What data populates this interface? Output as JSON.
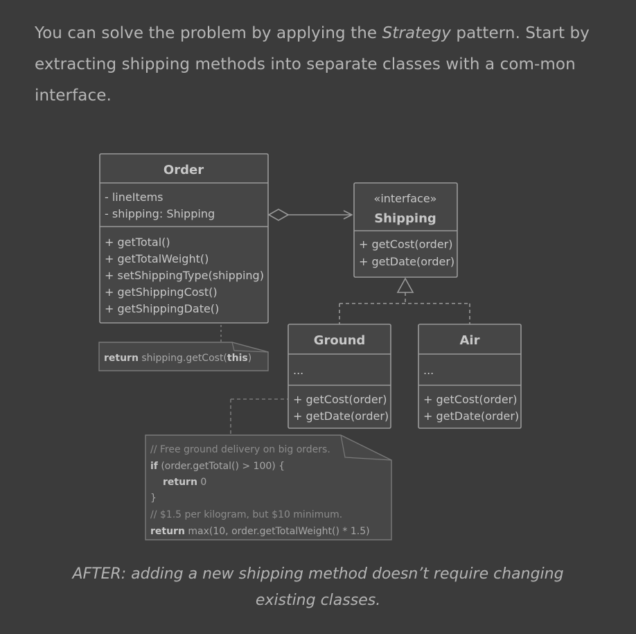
{
  "intro": {
    "part1": "You can solve the problem by applying the ",
    "emphasis": "Strategy",
    "part2": " pattern. Start by extracting shipping methods into separate classes with a com-mon interface."
  },
  "diagram": {
    "order": {
      "title": "Order",
      "fields": [
        "- lineItems",
        "- shipping: Shipping"
      ],
      "methods": [
        "+ getTotal()",
        "+ getTotalWeight()",
        "+ setShippingType(shipping)",
        "+ getShippingCost()",
        "+ getShippingDate()"
      ]
    },
    "shipping": {
      "stereotype": "«interface»",
      "title": "Shipping",
      "methods": [
        "+ getCost(order)",
        "+ getDate(order)"
      ]
    },
    "ground": {
      "title": "Ground",
      "fields": "...",
      "methods": [
        "+ getCost(order)",
        "+ getDate(order)"
      ]
    },
    "air": {
      "title": "Air",
      "fields": "...",
      "methods": [
        "+ getCost(order)",
        "+ getDate(order)"
      ]
    },
    "order_note": {
      "kw1": "return",
      "mid": " shipping.getCost(",
      "kw2": "this",
      "end": ")"
    },
    "ground_note": {
      "comment1": "// Free ground delivery on big orders.",
      "if_kw": "if",
      "if_rest": " (order.getTotal() > 100) {",
      "return_kw": "return",
      "return_rest": " 0",
      "close": "}",
      "comment2": "// $1.5 per kilogram, but $10 minimum.",
      "return2_kw": "return",
      "return2_rest": " max(10, order.getTotalWeight() * 1.5)"
    }
  },
  "caption": "AFTER: adding a new shipping method doesn’t require changing existing classes.",
  "colors": {
    "background": "#3b3b3b",
    "box_fill": "#464646",
    "box_stroke": "#9a9a9a",
    "text": "#c8c8c8",
    "note_fill": "#474747",
    "note_stroke": "#7a7a7a",
    "note_text": "#a8a8a8"
  }
}
